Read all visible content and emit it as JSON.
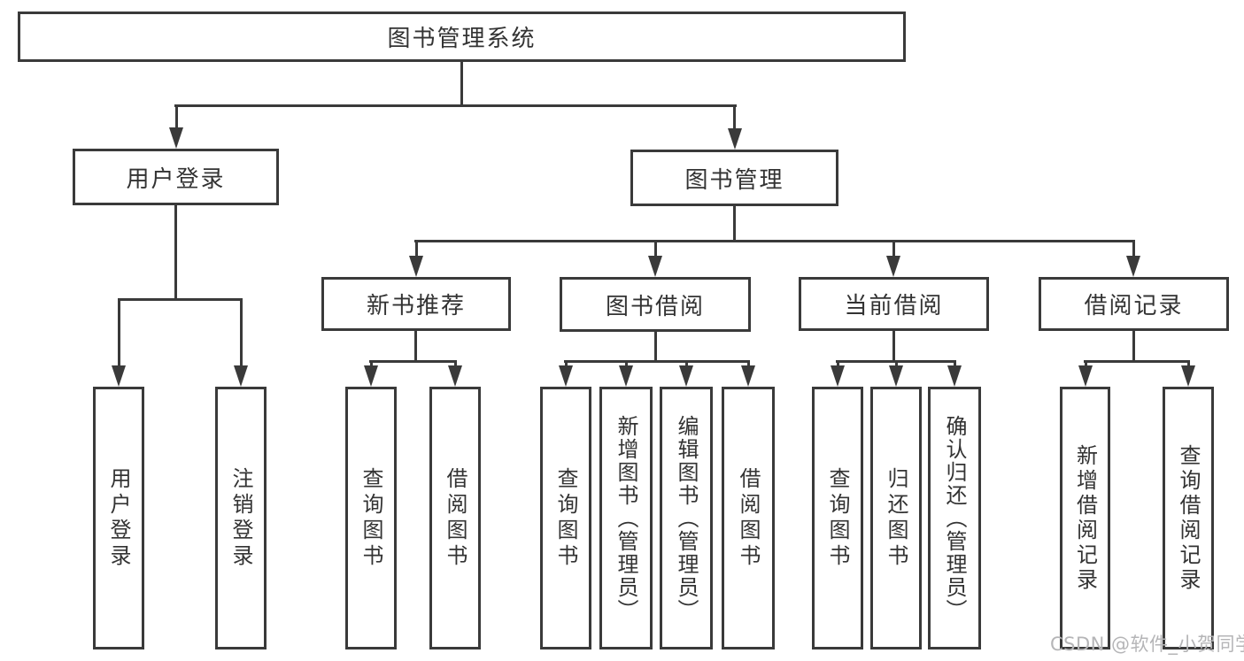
{
  "title": "图书管理系统",
  "watermark": {
    "text": "CSDN @软件_小贺同学"
  },
  "colors": {
    "line": "#3a3a3a",
    "border": "#3a3a3a",
    "text": "#333333",
    "background": "#ffffff",
    "watermark": "#b5b5b7"
  },
  "nodes": {
    "root": {
      "label": "图书管理系统"
    },
    "user_login": {
      "label": "用户登录"
    },
    "book_mgmt": {
      "label": "图书管理"
    },
    "new_book_rec": {
      "label": "新书推荐"
    },
    "book_borrow": {
      "label": "图书借阅"
    },
    "current_borrow": {
      "label": "当前借阅"
    },
    "borrow_record": {
      "label": "借阅记录"
    },
    "leaf_login": {
      "label": "用户登录"
    },
    "leaf_logout": {
      "label": "注销登录"
    },
    "leaf_nbr_query": {
      "label": "查询图书"
    },
    "leaf_nbr_borrow": {
      "label": "借阅图书"
    },
    "leaf_bb_query": {
      "label": "查询图书"
    },
    "leaf_bb_add": {
      "label": "新增图书（管理员）"
    },
    "leaf_bb_edit": {
      "label": "编辑图书（管理员）"
    },
    "leaf_bb_borrow": {
      "label": "借阅图书"
    },
    "leaf_cb_query": {
      "label": "查询图书"
    },
    "leaf_cb_return": {
      "label": "归还图书"
    },
    "leaf_cb_confirm": {
      "label": "确认归还（管理员）"
    },
    "leaf_br_add": {
      "label": "新增借阅记录"
    },
    "leaf_br_query": {
      "label": "查询借阅记录"
    }
  },
  "tree": {
    "图书管理系统": {
      "用户登录": [
        "用户登录",
        "注销登录"
      ],
      "图书管理": {
        "新书推荐": [
          "查询图书",
          "借阅图书"
        ],
        "图书借阅": [
          "查询图书",
          "新增图书（管理员）",
          "编辑图书（管理员）",
          "借阅图书"
        ],
        "当前借阅": [
          "查询图书",
          "归还图书",
          "确认归还（管理员）"
        ],
        "借阅记录": [
          "新增借阅记录",
          "查询借阅记录"
        ]
      }
    }
  }
}
